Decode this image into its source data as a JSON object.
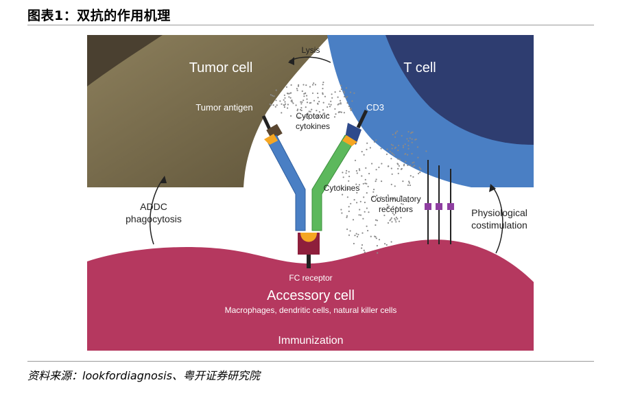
{
  "header": {
    "title": "图表1：双抗的作用机理"
  },
  "diagram": {
    "lysis": "Lysis",
    "tumor_cell": "Tumor cell",
    "t_cell": "T cell",
    "tumor_antigen": "Tumor antigen",
    "cd3": "CD3",
    "cytotoxic_cytokines": [
      "Cytotoxic",
      "cytokines"
    ],
    "cytokines": "Cytokines",
    "costimulatory_receptors": [
      "Costimulatory",
      "receptors"
    ],
    "addc_phagocytosis": [
      "ADDC",
      "phagocytosis"
    ],
    "physiological_costimulation": [
      "Physiological",
      "costimulation"
    ],
    "fc_receptor": "FC receptor",
    "accessory_cell": "Accessory cell",
    "accessory_subtitle": "Macrophages, dendritic cells, natural killer cells",
    "immunization": "Immunization",
    "colors": {
      "tumor_cell": "#7a6d4e",
      "tumor_nucleus": "#4a4030",
      "t_cell": "#4a7fc4",
      "t_nucleus": "#2e3d70",
      "accessory_cell": "#b5385f",
      "antibody_blue": "#4a7fc4",
      "antibody_green": "#5cb85c",
      "antigen_orange": "#f5a623",
      "costim_purple": "#8e3ea0"
    }
  },
  "footer": {
    "source": "资料来源：lookfordiagnosis、粤开证券研究院"
  }
}
